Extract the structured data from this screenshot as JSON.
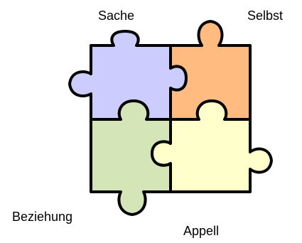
{
  "labels": {
    "sache": "Sache",
    "selbst": "Selbst",
    "beziehung": "Beziehung",
    "appell": "Appell"
  },
  "colors": {
    "sache": "#CCCCFF",
    "selbst": "#FFBB80",
    "beziehung": "#D4E6B8",
    "appell": "#FFFFCC",
    "outline": "#000000"
  }
}
